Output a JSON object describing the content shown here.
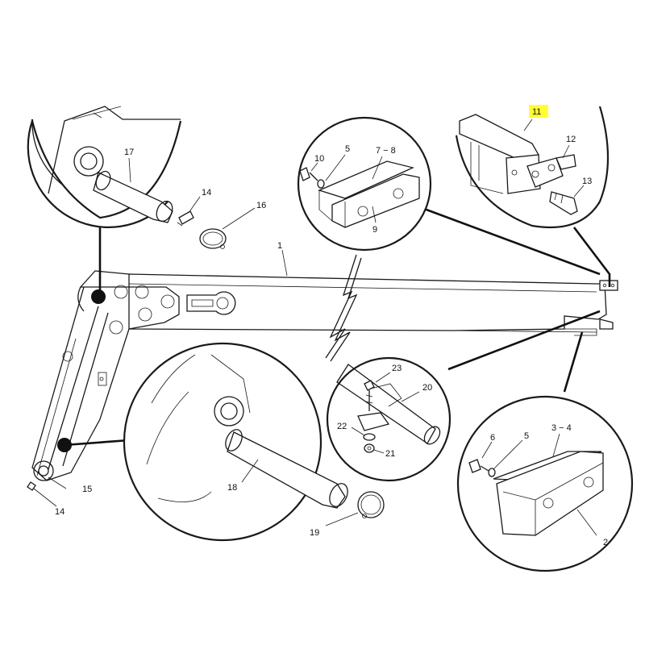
{
  "colors": {
    "ink": "#1a1a1a",
    "paper": "#ffffff",
    "highlight": "#ffff33"
  },
  "callouts": {
    "c1": "1",
    "c2": "2",
    "c3_4": "3 − 4",
    "c5_bottom": "5",
    "c5_top": "5",
    "c6": "6",
    "c7_8": "7 − 8",
    "c9": "9",
    "c10": "10",
    "c11": "11",
    "c12": "12",
    "c13": "13",
    "c14_top": "14",
    "c14_bottom": "14",
    "c15": "15",
    "c16": "16",
    "c17": "17",
    "c18": "18",
    "c19": "19",
    "c20": "20",
    "c21": "21",
    "c22": "22",
    "c23": "23"
  }
}
